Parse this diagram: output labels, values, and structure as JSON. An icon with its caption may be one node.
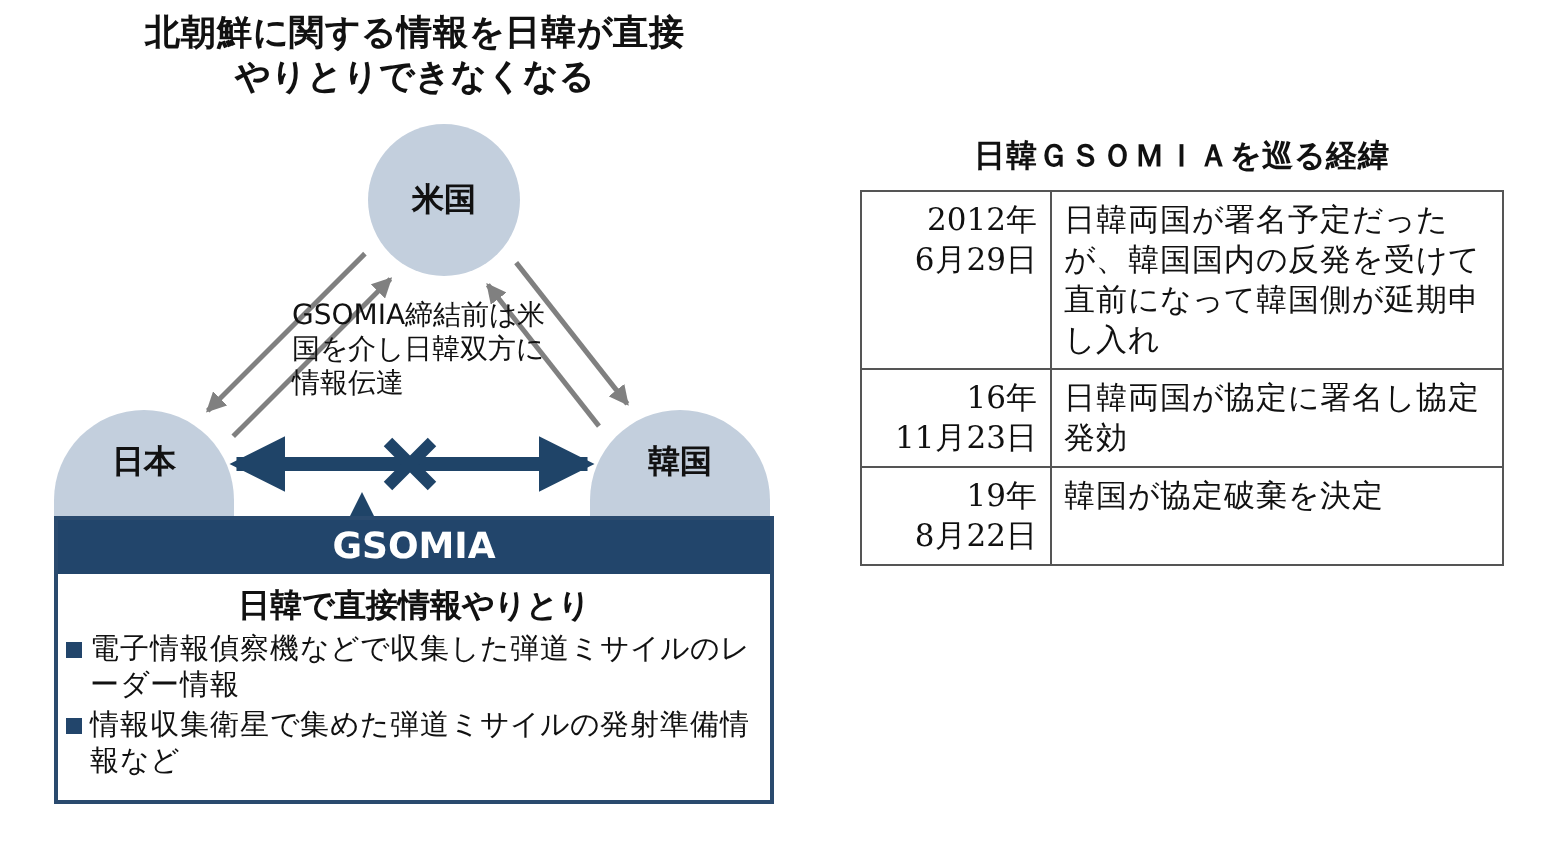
{
  "diagram": {
    "title": "北朝鮮に関する情報を日韓が直接やりとりできなくなる",
    "nodes": [
      {
        "text": [
          "米国"
        ]
      },
      {
        "text": [
          "日本"
        ]
      },
      {
        "text": [
          "韓国"
        ]
      },
      {
        "text": [
          "GSOMIA",
          "日韓で直接情報やりとり",
          "電子情報偵察機などで収集した弾道ミサイルのレーダー情報",
          "情報収集衛星で集めた弾道ミサイルの発射準備情報など"
        ]
      }
    ],
    "edges": [
      {
        "from": 0,
        "to": 1,
        "arrow": "to"
      },
      {
        "from": 1,
        "to": 0,
        "arrow": "to"
      },
      {
        "from": 0,
        "to": 2,
        "arrow": "to"
      },
      {
        "from": 2,
        "to": 0,
        "arrow": "to"
      },
      {
        "from": 1,
        "to": 2,
        "arrow": "both",
        "style": "thick",
        "color": "#1f4468"
      }
    ],
    "labels": [
      "GSOMIA締結前は米国を介し日韓双方に情報伝達",
      "日韓ＧＳＯＭＩＡを巡る経緯",
      "2012年 6月29日",
      "日韓両国が署名予定だったが、韓国国内の反発を受けて直前になって韓国側が延期申し入れ",
      "16年 11月23日",
      "日韓両国が協定に署名し協定発効",
      "19年 8月22日",
      "韓国が協定破棄を決定"
    ]
  }
}
